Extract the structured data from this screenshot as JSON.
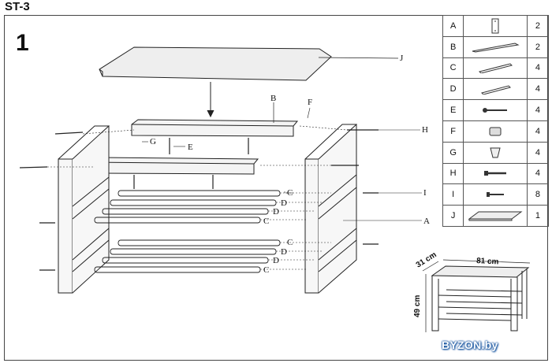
{
  "header": {
    "model": "ST-3",
    "step": "1"
  },
  "callouts": [
    "A",
    "B",
    "C",
    "D",
    "E",
    "F",
    "G",
    "H",
    "I",
    "J"
  ],
  "parts": [
    {
      "letter": "A",
      "qty": "2",
      "icon": "bracket-plate-icon"
    },
    {
      "letter": "B",
      "qty": "2",
      "icon": "long-rail-icon"
    },
    {
      "letter": "C",
      "qty": "4",
      "icon": "long-dowel-icon"
    },
    {
      "letter": "D",
      "qty": "4",
      "icon": "short-dowel-icon"
    },
    {
      "letter": "E",
      "qty": "4",
      "icon": "long-screw-icon"
    },
    {
      "letter": "F",
      "qty": "4",
      "icon": "cam-nut-icon"
    },
    {
      "letter": "G",
      "qty": "4",
      "icon": "clip-icon"
    },
    {
      "letter": "H",
      "qty": "4",
      "icon": "bolt-icon"
    },
    {
      "letter": "I",
      "qty": "8",
      "icon": "short-screw-icon"
    },
    {
      "letter": "J",
      "qty": "1",
      "icon": "seat-panel-icon"
    }
  ],
  "dimensions": {
    "depth": "31 cm",
    "width": "81 cm",
    "height": "49 cm"
  },
  "brand": "BYZON.by"
}
